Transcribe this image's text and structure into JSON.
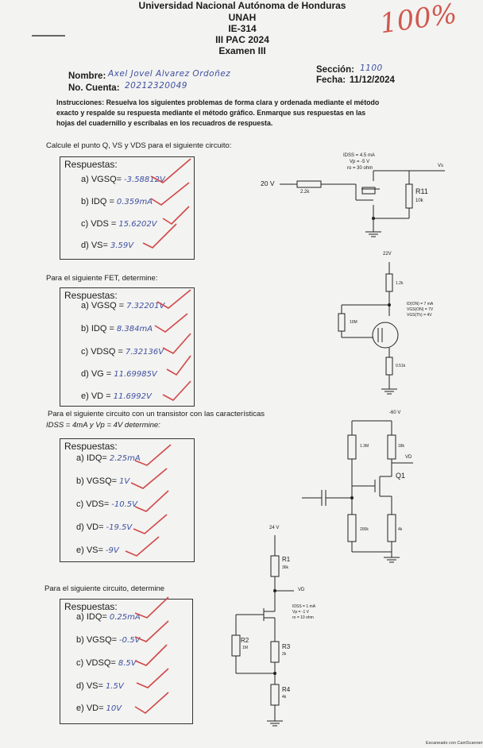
{
  "header": {
    "university": "Universidad Nacional Autónoma de Honduras",
    "unah": "UNAH",
    "course": "IE-314",
    "period": "III PAC 2024",
    "exam": "Examen III",
    "grade": "100%"
  },
  "student": {
    "name_label": "Nombre:",
    "name_value": "Axel Jovel Alvarez Ordoñez",
    "account_label": "No. Cuenta:",
    "account_value": "20212320049",
    "section_label": "Sección:",
    "section_value": "1100",
    "date_label": "Fecha:",
    "date_value": "11/12/2024"
  },
  "instructions": {
    "line1": "Instrucciones: Resuelva los siguientes problemas de forma clara y ordenada mediante el método",
    "line2": "exacto y respalde su respuesta mediante el método gráfico. Enmarque sus respuestas en las",
    "line3": "hojas del cuadernillo y escríbalas en los recuadros de respuesta."
  },
  "q1": {
    "prompt": "Calcule el punto Q, VS y VDS para el siguiente circuito:",
    "box_title": "Respuestas:",
    "rows": [
      {
        "label": "a) VGSQ=",
        "value": "-3.58812V"
      },
      {
        "label": "b) IDQ =",
        "value": "0.359mA"
      },
      {
        "label": "c) VDS =",
        "value": "15.6202V"
      },
      {
        "label": "d) VS=",
        "value": "3.59V"
      }
    ],
    "circuit": {
      "source": "20 V",
      "r_in": "2.2k",
      "params": [
        "IDSS = 4.5 mA",
        "Vp = -5 V",
        "ro = 30 ohm"
      ],
      "r11": "R11",
      "r11_val": "10k",
      "vs": "Vs"
    }
  },
  "q2": {
    "prompt": "Para el siguiente FET, determine:",
    "box_title": "Respuestas:",
    "rows": [
      {
        "label": "a) VGSQ =",
        "value": "7.32201V"
      },
      {
        "label": "b) IDQ =",
        "value": "8.384mA"
      },
      {
        "label": "c) VDSQ =",
        "value": "7.32136V"
      },
      {
        "label": "d) VG =",
        "value": "11.69985V"
      },
      {
        "label": "e) VD =",
        "value": "11.6992V"
      }
    ],
    "circuit": {
      "supply": "22V",
      "rd": "1.2k",
      "rg": "10M",
      "rs": "0.51k",
      "params": [
        "ID(ON) = 7 mA",
        "VGS(ON) = 7V",
        "VGS(Th) = 4V"
      ]
    }
  },
  "q3": {
    "prompt": "Para el siguiente circuito con un transistor con las características",
    "prompt2": "IDSS = 4mA y Vp = 4V determine:",
    "box_title": "Respuestas:",
    "rows": [
      {
        "label": "a) IDQ=",
        "value": "2.25mA"
      },
      {
        "label": "b) VGSQ=",
        "value": "1V"
      },
      {
        "label": "c) VDS=",
        "value": "-10.5V"
      },
      {
        "label": "d) VD=",
        "value": "-19.5V"
      },
      {
        "label": "e) VS=",
        "value": "-9V"
      }
    ],
    "circuit": {
      "supply": "-60 V",
      "r1": "1.3M",
      "r2": "18k",
      "vd": "VD",
      "q": "Q1",
      "r3": "200k",
      "r4": "4k"
    }
  },
  "q4": {
    "prompt": "Para el siguiente circuito, determine",
    "box_title": "Respuestas:",
    "rows": [
      {
        "label": "a) IDQ=",
        "value": "0.25mA"
      },
      {
        "label": "b) VGSQ=",
        "value": "-0.5V"
      },
      {
        "label": "c) VDSQ=",
        "value": "8.5V"
      },
      {
        "label": "d) VS=",
        "value": "1.5V"
      },
      {
        "label": "e) VD=",
        "value": "10V"
      }
    ],
    "circuit": {
      "supply": "24 V",
      "r1": "R1",
      "r1_val": "36k",
      "vd": "VD",
      "params": [
        "IDSS = 1 mA",
        "Vp = -1 V",
        "ro = 10 ohm"
      ],
      "r2": "R2",
      "r2_val": "1M",
      "r3": "R3",
      "r3_val": "2k",
      "r4": "R4",
      "r4_val": "4k"
    }
  },
  "footer": "Escaneado con CamScanner"
}
